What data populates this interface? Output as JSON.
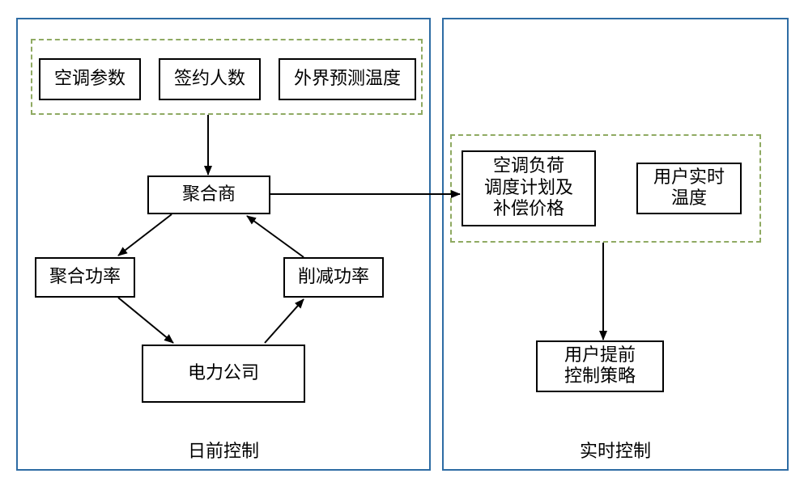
{
  "panels": {
    "day_ahead": {
      "title": "日前控制"
    },
    "real_time": {
      "title": "实时控制"
    }
  },
  "inputs": {
    "ac_params": "空调参数",
    "signed_users": "签约人数",
    "forecast_temp": "外界预测温度"
  },
  "nodes": {
    "aggregator": "聚合商",
    "aggregate_power": "聚合功率",
    "reduce_power": "削减功率",
    "utility": "电力公司",
    "ac_schedule": "空调负荷\n调度计划及\n补偿价格",
    "user_temp": "用户实时\n温度",
    "user_strategy": "用户提前\n控制策略"
  }
}
